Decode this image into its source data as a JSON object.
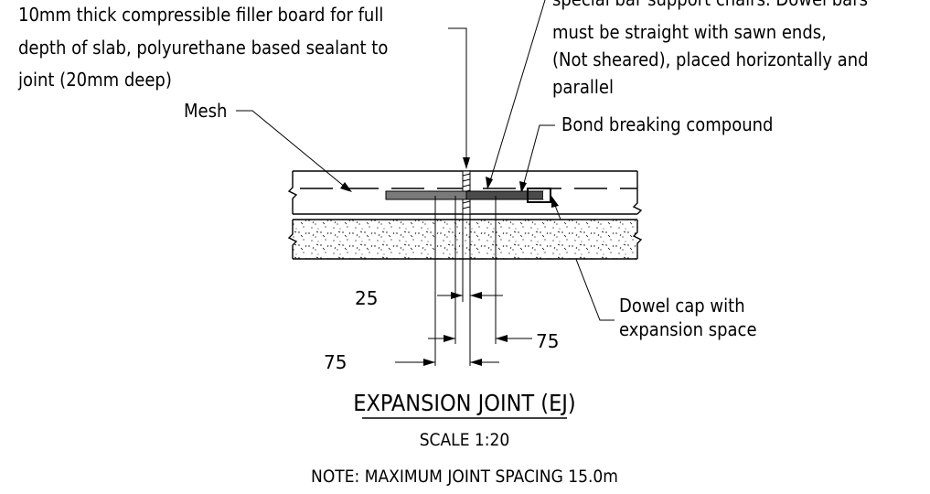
{
  "notes": {
    "filler_board": [
      "10mm thick compressible filler board for full",
      "depth of slab, polyurethane based sealant to",
      "joint (20mm deep)"
    ],
    "dowel_bars": [
      "special bar support chairs. Dowel bars",
      "must be straight with sawn ends,",
      "(Not sheared), placed horizontally and",
      "parallel"
    ],
    "mesh": "Mesh",
    "bond_breaking": "Bond breaking compound",
    "dowel_cap": [
      "Dowel cap with",
      "expansion space"
    ]
  },
  "dimensions": {
    "gap": "25",
    "right_offset": "75",
    "left_offset": "75"
  },
  "title": "EXPANSION JOINT (EJ)",
  "scale": "SCALE 1:20",
  "note": "NOTE: MAXIMUM JOINT SPACING 15.0m"
}
